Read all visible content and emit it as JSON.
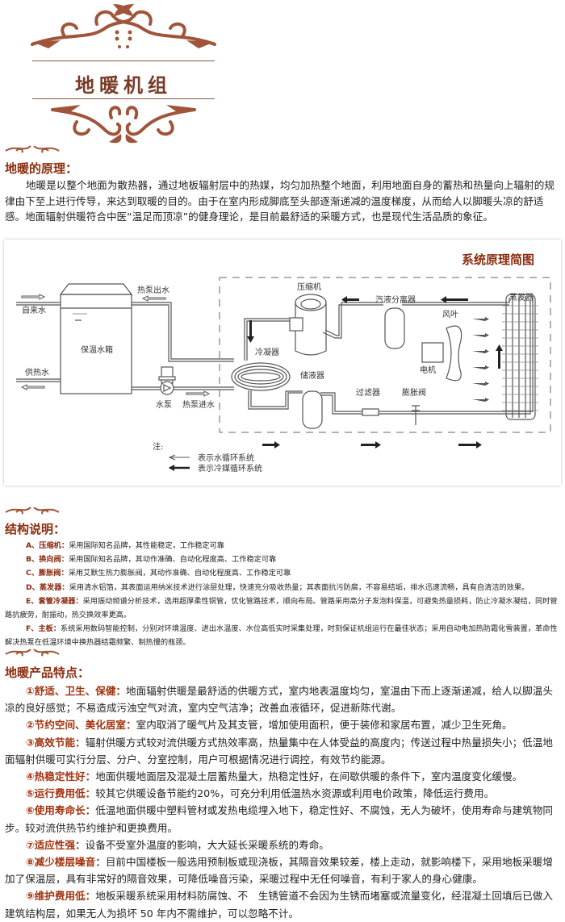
{
  "banner": {
    "title": "地暖机组"
  },
  "principle": {
    "heading": "地暖的原理：",
    "body": "地暖是以整个地面为散热器，通过地板辐射层中的热媒，均匀加热整个地面，利用地面自身的蓄热和热量向上辐射的规律由下至上进行传导，来达到取暖的目的。由于在室内形成脚底至头部逐渐递减的温度梯度，从而给人以脚暖头凉的舒适感。地面辐射供暖符合中医“温足而顶凉”的健身理论，是目前最舒适的采暖方式，也是现代生活品质的象征。"
  },
  "diagram": {
    "title": "系统原理简图",
    "labels": {
      "tap_water": "自来水",
      "hot_supply": "供热水",
      "tank": "保温水箱",
      "hp_out": "热泵出水",
      "hp_in": "热泵进水",
      "pump": "水泵",
      "compressor": "压缩机",
      "separator": "汽液分离器",
      "evaporator": "蒸发器",
      "fan": "风叶",
      "motor": "电机",
      "condenser": "冷凝器",
      "receiver": "储液器",
      "filter": "过滤器",
      "expansion_valve": "膨胀阀"
    },
    "note": "注:",
    "legend": [
      "表示水循环系统",
      "表示冷媒循环系统"
    ]
  },
  "structure": {
    "heading": "结构说明：",
    "items": [
      {
        "label": "A、压缩机：",
        "text": "采用国际知名品牌，其性能稳定，工作稳定可靠"
      },
      {
        "label": "B、换向阀：",
        "text": "采用国际知名品牌，其动作准确、自动化程度高、工作稳定可靠"
      },
      {
        "label": "C、膨胀阀：",
        "text": "采用艾默生热力膨胀阀，其动作准确、自动化程度高、工作稳定可靠"
      },
      {
        "label": "D、蒸发器：",
        "text": "采用清水铝箔，其表面运用纳米技术进行涂层处理，快速充分吸收热量；其表面抗污防腐，不容易结垢，排水迅速流畅，具有自清洁的效果。"
      },
      {
        "label": "E、套管冷凝器：",
        "text": "采用振动频谱分析技术，选用超厚柔性铜管，优化管路技术，顺向布局。管路采用高分子发泡料保温，可避免热量损耗，防止冷凝水凝结，同时管路抗疲劳，耐振动，热交换效率更高。"
      },
      {
        "label": "F、主板：",
        "text": "系统采用数码智能控制，分别对环境温度、进出水温度、水位高低实时采集处理，时刻保证机组运行在最佳状态；采用自动电加热防霜化雪装置，革命性解决热泵在低温环境中换热器结霜频繁、制热慢的瓶颈。"
      }
    ]
  },
  "features": {
    "heading": "地暖产品特点：",
    "items": [
      {
        "label": "①舒适、卫生、保健：",
        "text": "地面辐射供暖是最舒适的供暖方式，室内地表温度均匀，室温由下而上逐渐递减，给人以脚温头凉的良好感觉；不易造成污浊空气对流，室内空气洁净；改善血液循环，促进新陈代谢。"
      },
      {
        "label": "②节约空间、美化居室：",
        "text": "室内取消了暖气片及其支管，增加使用面积，便于装修和家居布置，减少卫生死角。"
      },
      {
        "label": "③高效节能：",
        "text": "辐射供暖方式较对流供暖方式热效率高，热量集中在人体受益的高度内；传送过程中热量损失小；低温地面辐射供暖可实行分层、分户、分室控制，用户可根据情况进行调控，有效节约能源。"
      },
      {
        "label": "④热稳定性好：",
        "text": "地面供暖地面层及混凝土层蓄热量大，热稳定性好，在间歇供暖的条件下，室内温度变化缓慢。"
      },
      {
        "label": "⑤运行费用低：",
        "text": "较其它供暖设备节能约20%，可充分利用低温热水资源或利用电价政策，降低运行费用。"
      },
      {
        "label": "⑥使用寿命长：",
        "text": "低温地面供暖中塑料管材或发热电缆埋入地下，稳定性好、不腐蚀，无人为破坏，使用寿命与建筑物同步。较对流供热节约维护和更换费用。"
      },
      {
        "label": "⑦适应性强：",
        "text": "设备不受室外温度的影响，大大延长采暖系统的寿命。"
      },
      {
        "label": "⑧减少楼层噪音：",
        "text": "目前中国楼板一般选用预制板或现浇板，其隔音效果较差，楼上走动，就影响楼下，采用地板采暖增加了保温层，具有非常好的隔音效果，可降低噪音污染，采暖过程中无任何噪音，有利于家人的身心健康。"
      },
      {
        "label": "⑨维护费用低：",
        "text": "地板采暖系统采用材料防腐蚀、不　生锈管道不会因为生锈而堵塞或流量变化，经混凝土回填后已做入建筑结构层，如果无人为损坏 50 年内不需维护，可以忽略不计。"
      }
    ]
  },
  "colors": {
    "brand": "#7a3a28",
    "heading": "#8b2c0e",
    "label": "#a3320f"
  }
}
